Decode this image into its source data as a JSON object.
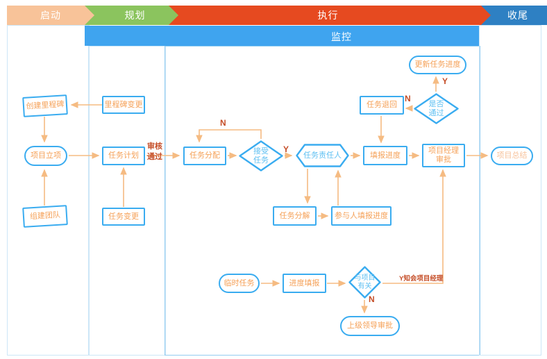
{
  "phases": {
    "start": "启动",
    "plan": "规划",
    "execute": "执行",
    "close": "收尾",
    "monitor": "监控"
  },
  "nodes": {
    "create_milestone": "创建里程碑",
    "project_initiation": "项目立项",
    "team_building": "组建团队",
    "milestone_change": "里程碑变更",
    "task_plan": "任务计划",
    "task_change": "任务变更",
    "task_assignment": "任务分配",
    "accept_task": "接受\n任务",
    "task_owner": "任务责任人",
    "fill_progress": "填报进度",
    "pm_approval": "项目经理审批",
    "task_return": "任务退回",
    "pass_or_not": "是否\n通过",
    "update_task_progress": "更新任务进度",
    "task_decomposition": "任务分解",
    "participants_fill_progress": "参与人填报进度",
    "temp_task": "临时任务",
    "progress_fill": "进度填报",
    "project_related": "与项目\n有关",
    "leader_approval": "上级领导审批",
    "project_summary": "项目总结"
  },
  "labels": {
    "review_pass": "审核\n通过",
    "n_accept": "N",
    "y_accept": "Y",
    "n_pass": "N",
    "y_pass": "Y",
    "n_related": "N",
    "y_notify": "Y知会项目经理"
  },
  "colors": {
    "band-start": "#F8C399",
    "band-plan": "#8BC45E",
    "band-exec": "#E64A20",
    "band-close": "#2E80C3",
    "band-monitor": "#3FA4EF",
    "node-border": "#3AACF0",
    "node-text": "#F5A158",
    "decision-text": "#5FC0F2",
    "arrow": "#F5BB82",
    "label-red": "#C54E28"
  }
}
